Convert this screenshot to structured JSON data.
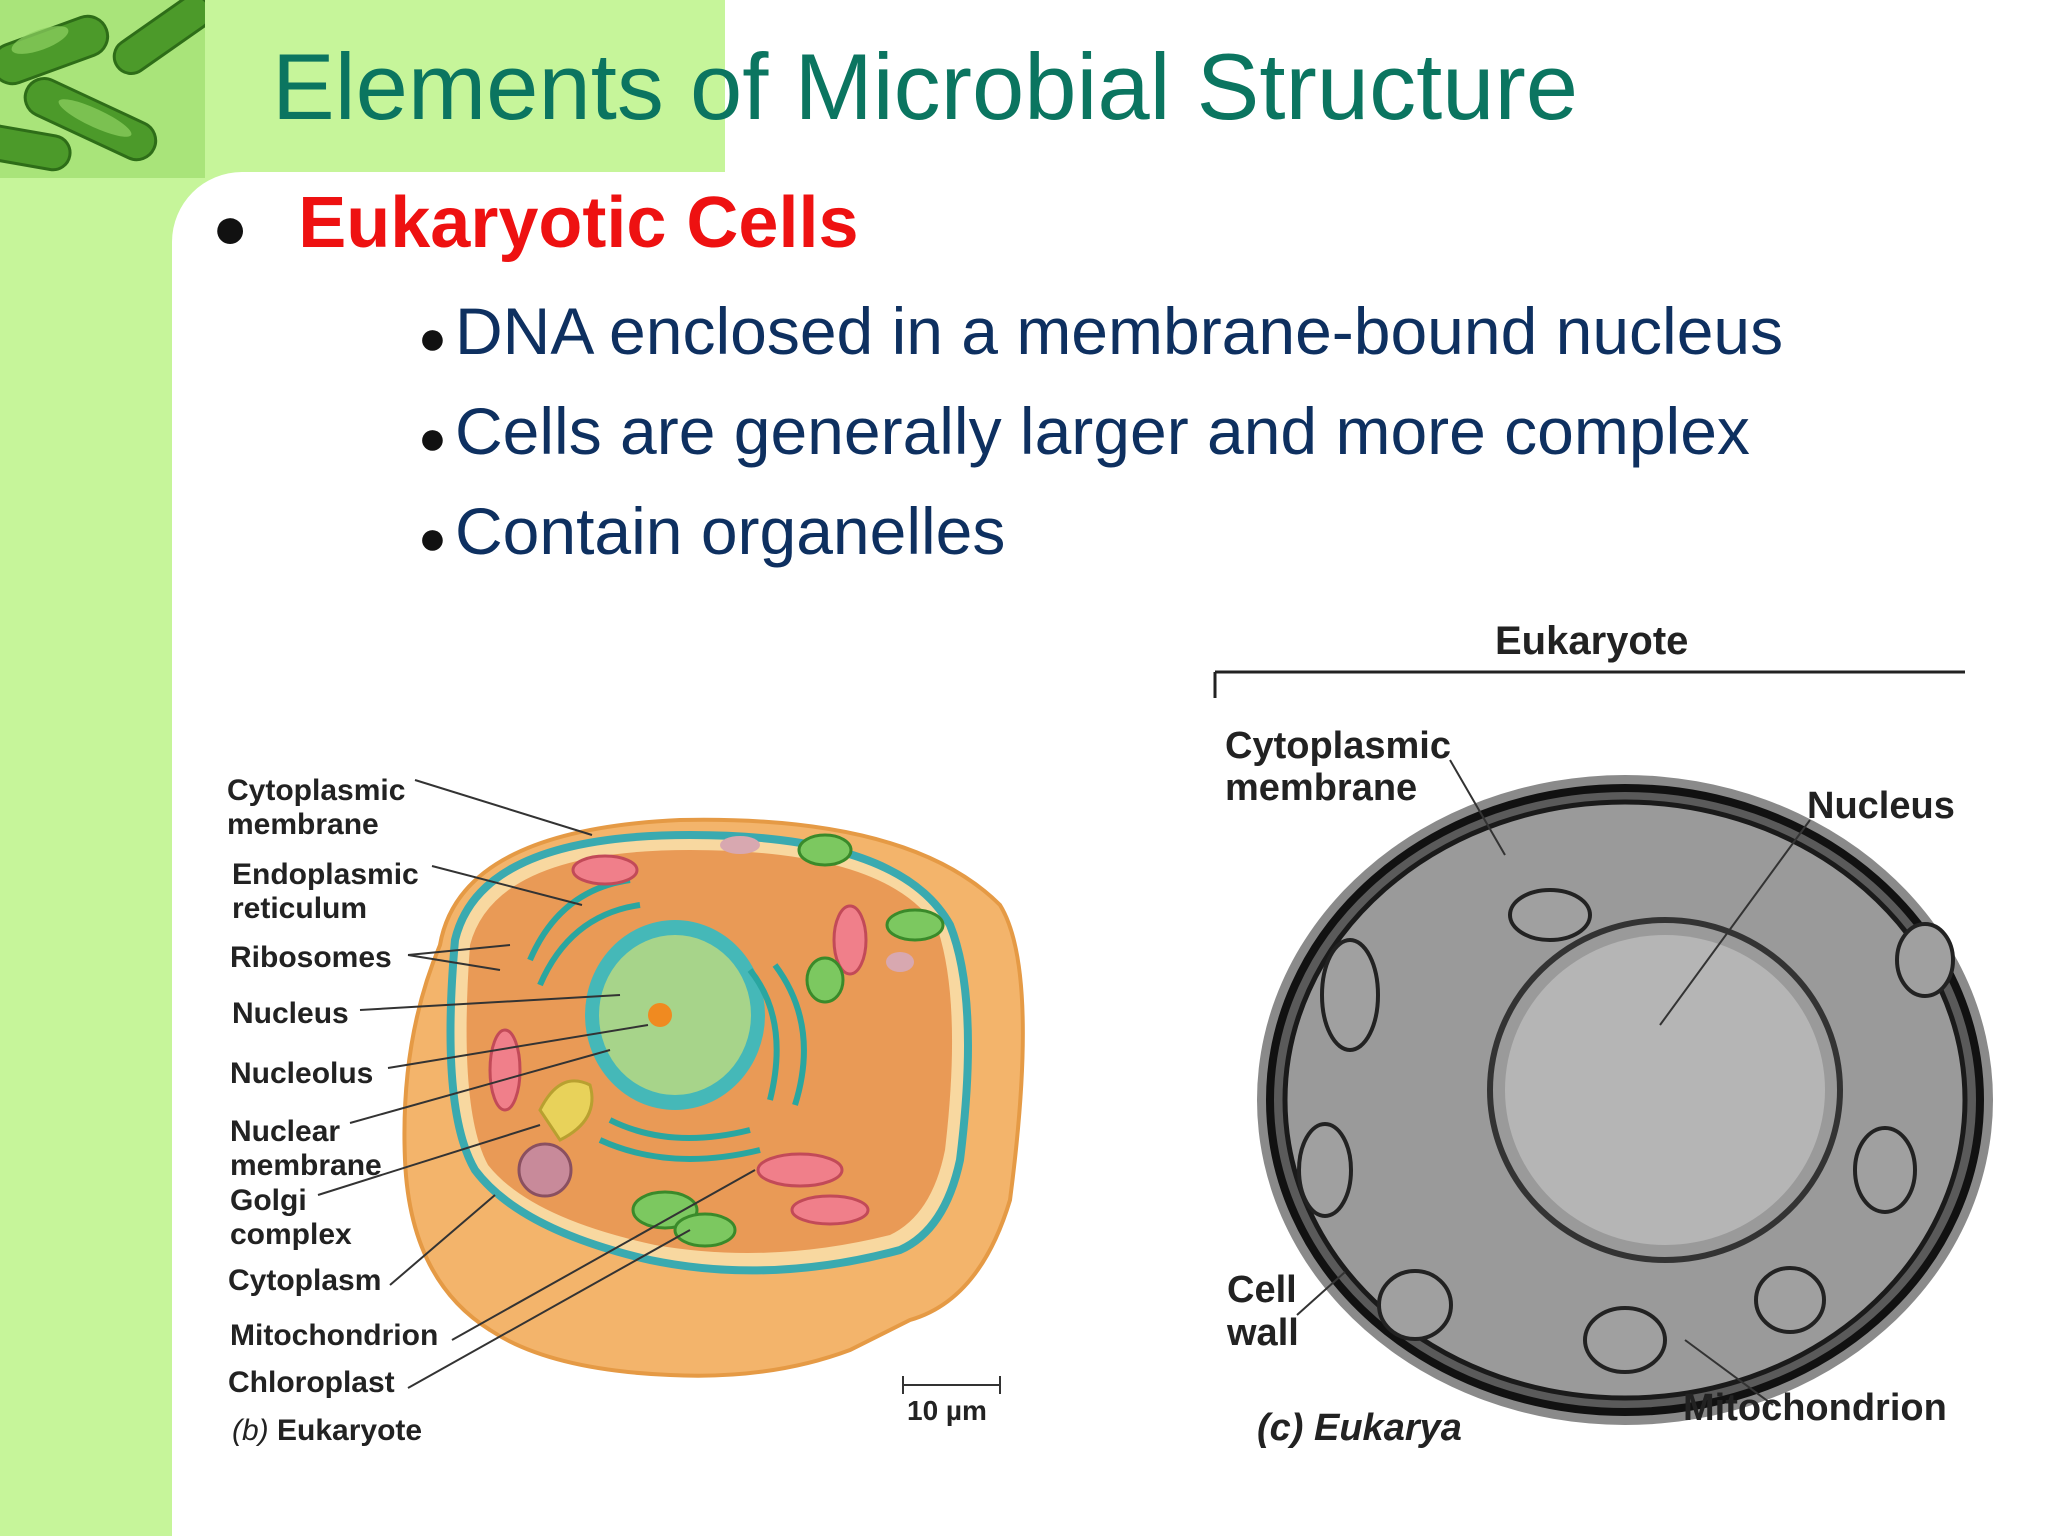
{
  "slide": {
    "title": "Elements of Microbial Structure",
    "heading": "Eukaryotic Cells",
    "bullets": [
      "DNA enclosed in a membrane-bound nucleus",
      "Cells are generally larger and more complex",
      "Contain organelles"
    ]
  },
  "figure_b": {
    "labels": {
      "cytoplasmic_membrane_1": "Cytoplasmic",
      "cytoplasmic_membrane_2": "membrane",
      "er_1": "Endoplasmic",
      "er_2": "reticulum",
      "ribosomes": "Ribosomes",
      "nucleus": "Nucleus",
      "nucleolus": "Nucleolus",
      "nuclear_membrane_1": "Nuclear",
      "nuclear_membrane_2": "membrane",
      "golgi_1": "Golgi",
      "golgi_2": "complex",
      "cytoplasm": "Cytoplasm",
      "mitochondrion": "Mitochondrion",
      "chloroplast": "Chloroplast",
      "caption_prefix": "(b)",
      "caption": "Eukaryote",
      "scale": "10 µm"
    }
  },
  "figure_c": {
    "header": "Eukaryote",
    "labels": {
      "cytoplasmic_membrane_1": "Cytoplasmic",
      "cytoplasmic_membrane_2": "membrane",
      "nucleus": "Nucleus",
      "cell_wall_1": "Cell",
      "cell_wall_2": "wall",
      "mitochondrion": "Mitochondrion",
      "caption": "(c) Eukarya"
    }
  },
  "colors": {
    "title": "#0b7560",
    "heading": "#ee1111",
    "bullets": "#0e3060",
    "side_band": "#c6f59a"
  }
}
